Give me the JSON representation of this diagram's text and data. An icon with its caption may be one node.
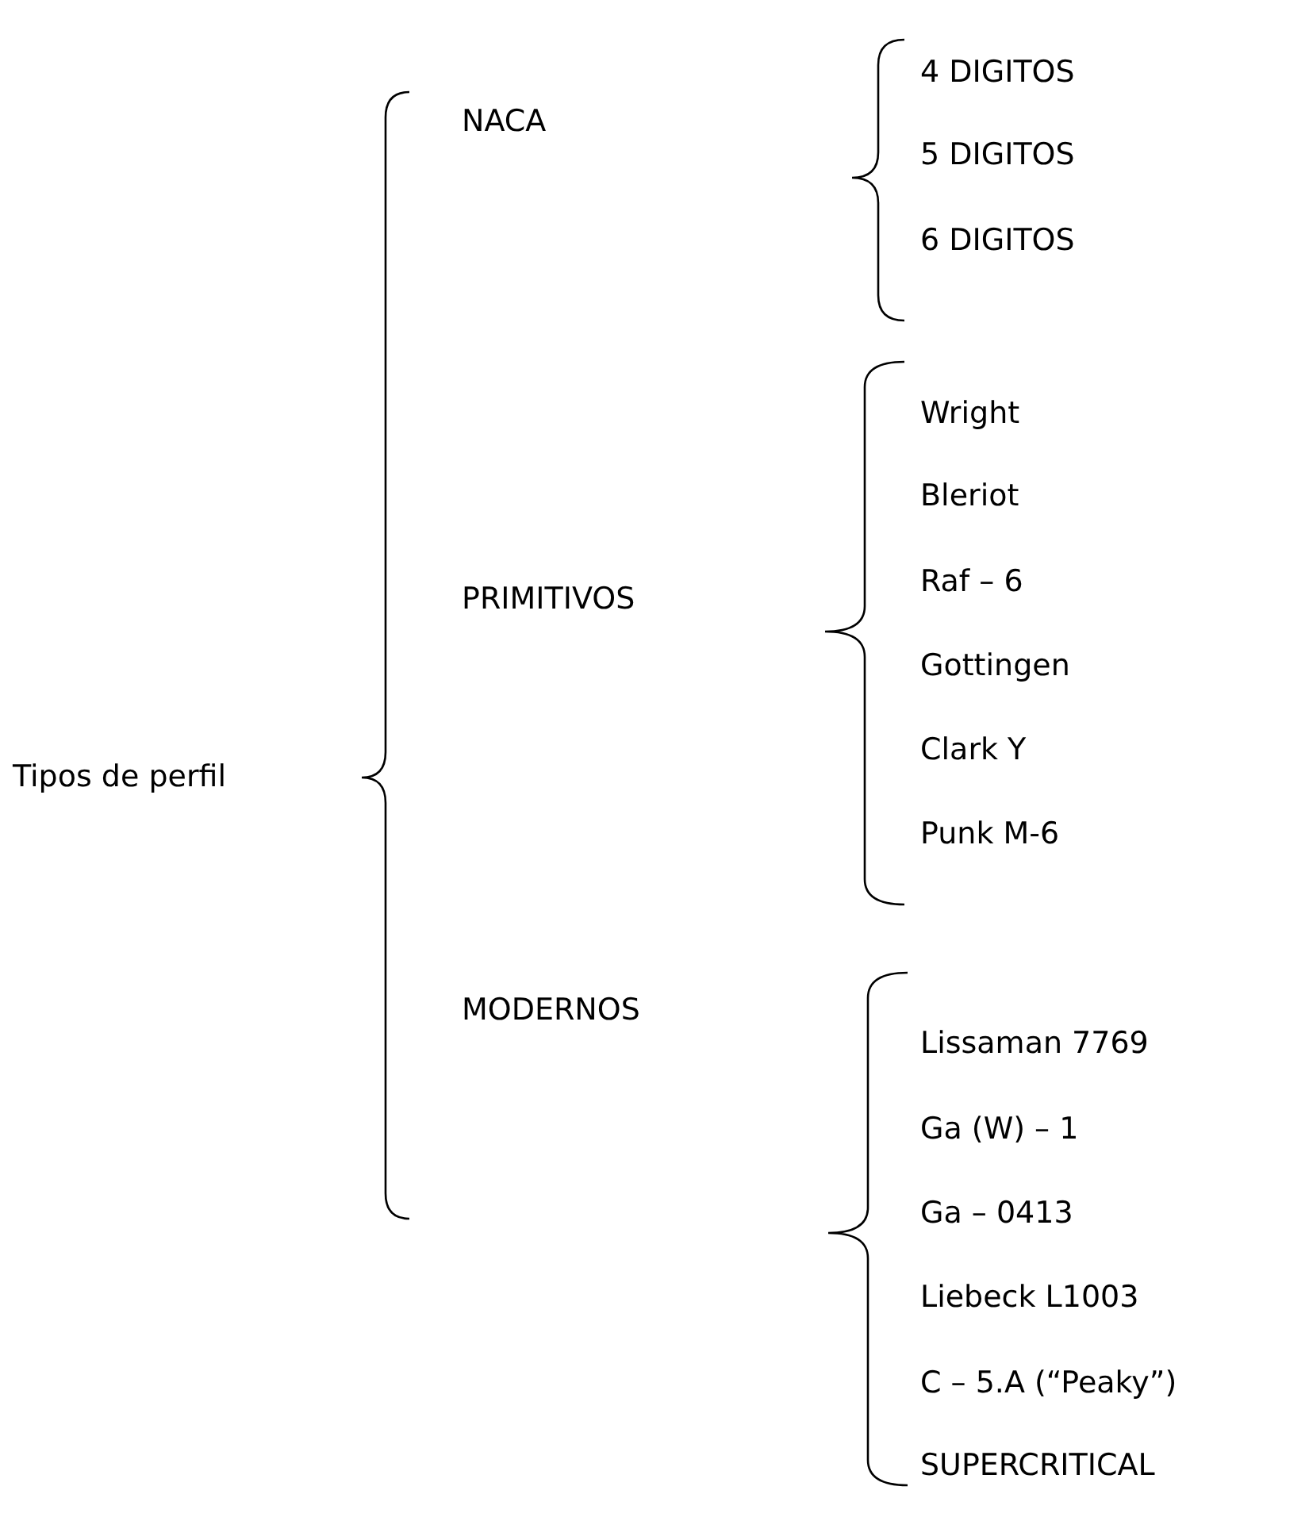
{
  "diagram": {
    "labels": [
      "Tipos de perfil",
      "NACA",
      "4 DIGITOS",
      "5 DIGITOS",
      "6 DIGITOS",
      "PRIMITIVOS",
      "Wright",
      "Bleriot",
      "Raf – 6",
      "Gottingen",
      "Clark Y",
      "Punk M-6",
      "MODERNOS",
      "Lissaman 7769",
      "Ga (W) – 1",
      "Ga – 0413",
      "Liebeck L1003",
      "C – 5.A (“Peaky”)",
      "SUPERCRITICAL"
    ]
  }
}
